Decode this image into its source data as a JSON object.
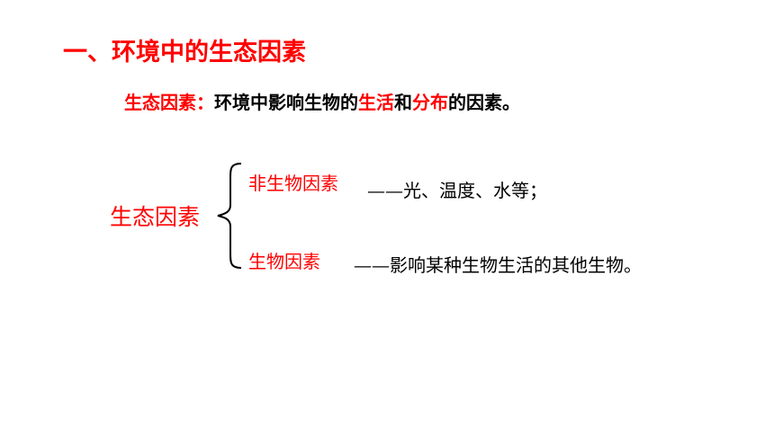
{
  "title": "一、环境中的生态因素",
  "definition": {
    "term": "生态因素：",
    "text_before": "环境中影响生物的",
    "highlight_1": "生活",
    "connector": "和",
    "highlight_2": "分布",
    "text_after": "的因素。"
  },
  "diagram": {
    "main_term": "生态因素",
    "branches": [
      {
        "label": "非生物因素",
        "description": "——光、温度、水等；"
      },
      {
        "label": "生物因素",
        "description": "——影响某种生物生活的其他生物。"
      }
    ]
  },
  "colors": {
    "accent": "#ff0000",
    "text": "#000000",
    "background": "#ffffff"
  }
}
